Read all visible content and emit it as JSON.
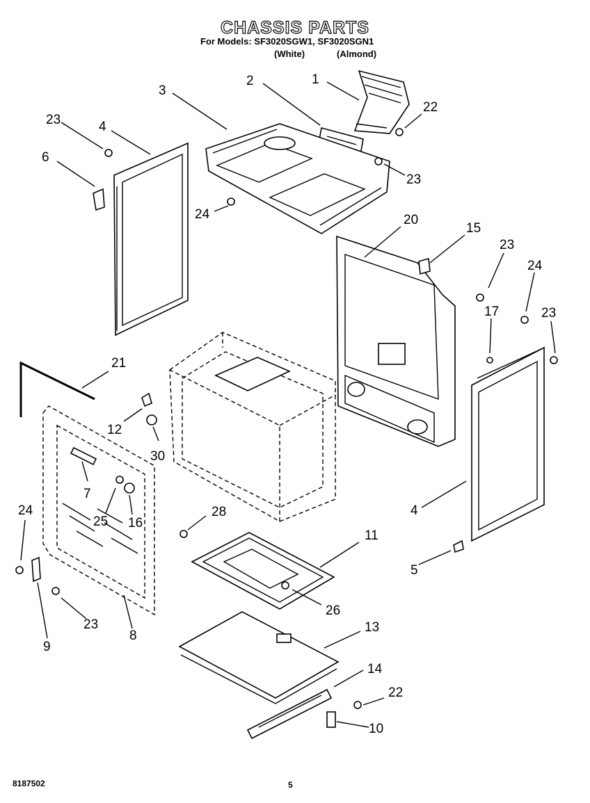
{
  "header": {
    "title": "CHASSIS PARTS",
    "models_line": "For Models: SF3020SGW1, SF3020SGN1",
    "color_white": "(White)",
    "color_almond": "(Almond)"
  },
  "callouts": [
    "1",
    "2",
    "3",
    "4",
    "6",
    "22",
    "23",
    "23",
    "23",
    "24",
    "20",
    "15",
    "23",
    "24",
    "17",
    "23",
    "21",
    "12",
    "30",
    "7",
    "25",
    "16",
    "28",
    "24",
    "4",
    "11",
    "5",
    "9",
    "23",
    "8",
    "26",
    "13",
    "14",
    "22",
    "10"
  ],
  "footer": {
    "doc_number": "8187502",
    "page_number": "5"
  }
}
